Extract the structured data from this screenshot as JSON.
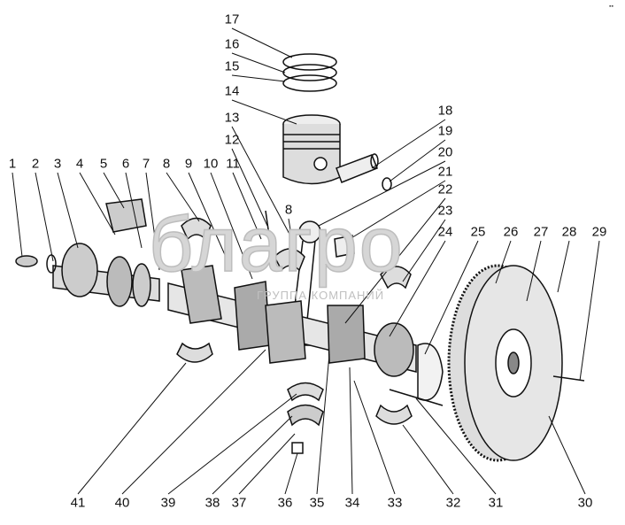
{
  "watermark": {
    "brand": "благро",
    "subtitle": "ГРУППА КОМПАНИЙ"
  },
  "corner_mark": "▪▪",
  "part_labels": [
    "1",
    "2",
    "3",
    "4",
    "5",
    "6",
    "7",
    "8",
    "9",
    "10",
    "11",
    "12",
    "13",
    "14",
    "15",
    "16",
    "17",
    "18",
    "19",
    "20",
    "21",
    "22",
    "23",
    "24",
    "25",
    "26",
    "27",
    "28",
    "29",
    "30",
    "31",
    "32",
    "33",
    "34",
    "35",
    "36",
    "37",
    "38",
    "39",
    "40",
    "41",
    "8"
  ]
}
